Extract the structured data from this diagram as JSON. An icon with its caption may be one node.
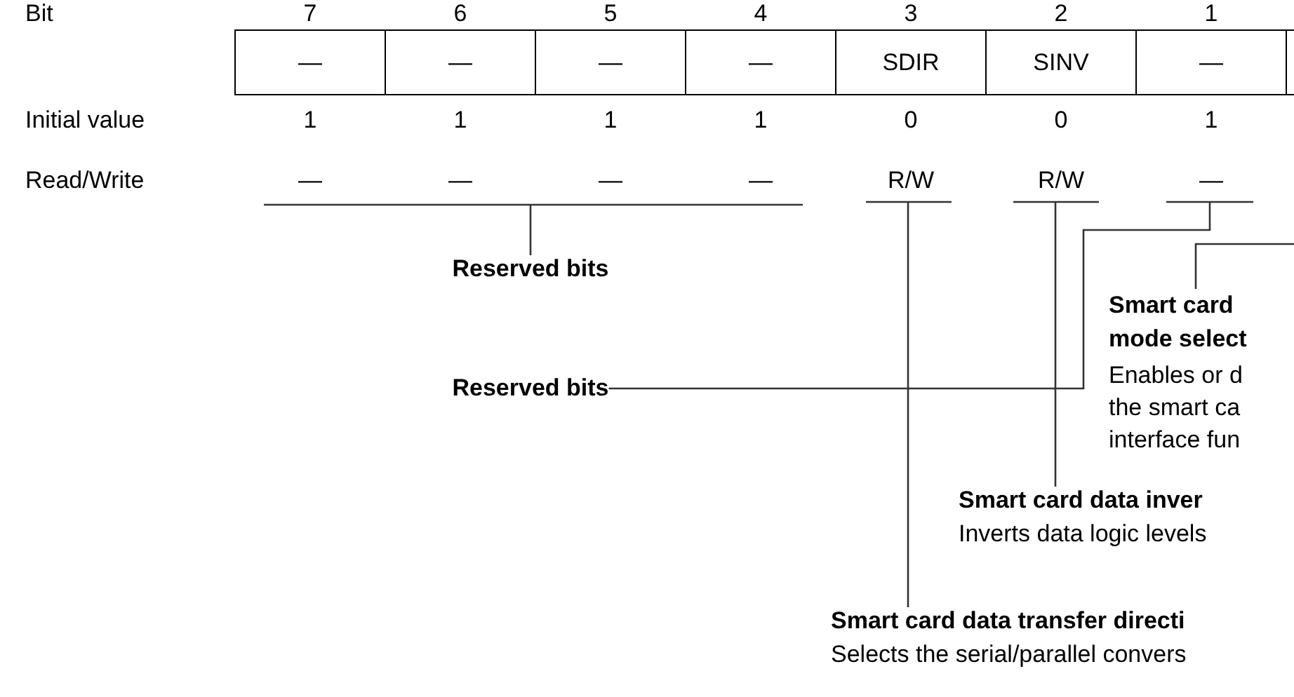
{
  "diagram": {
    "nodes": [
      {
        "text": [
          "—"
        ]
      },
      {
        "text": [
          "—"
        ]
      },
      {
        "text": [
          "—"
        ]
      },
      {
        "text": [
          "—"
        ]
      },
      {
        "text": [
          "SDIR"
        ]
      },
      {
        "text": [
          "SINV"
        ]
      },
      {
        "text": [
          "—"
        ]
      },
      {
        "text": [],
        "shape": "box"
      },
      {
        "text": [
          "Reserved bits"
        ]
      },
      {
        "text": [
          "Smart card mode select",
          "Enables or d the smart ca interface fun"
        ]
      },
      {
        "text": [
          "Reserved bits"
        ]
      },
      {
        "text": [
          "Smart card data inver",
          "Inverts data logic levels"
        ]
      },
      {
        "text": [
          "Smart card data transfer directi",
          "Selects the serial/parallel convers"
        ]
      }
    ],
    "edges": [
      {
        "from": 8,
        "to": null,
        "arrow": "none"
      },
      {
        "from": 9,
        "to": null,
        "arrow": "none"
      },
      {
        "from": 10,
        "to": null,
        "arrow": "none"
      },
      {
        "from": 11,
        "to": null,
        "arrow": "none"
      },
      {
        "from": 12,
        "to": null,
        "arrow": "none"
      }
    ],
    "labels": [
      "Bit",
      "7",
      "6",
      "5",
      "4",
      "3",
      "2",
      "1",
      "Initial value",
      "1",
      "1",
      "1",
      "1",
      "0",
      "0",
      "1",
      "Read/Write",
      "—",
      "—",
      "—",
      "—",
      "R/W",
      "R/W",
      "—"
    ]
  }
}
